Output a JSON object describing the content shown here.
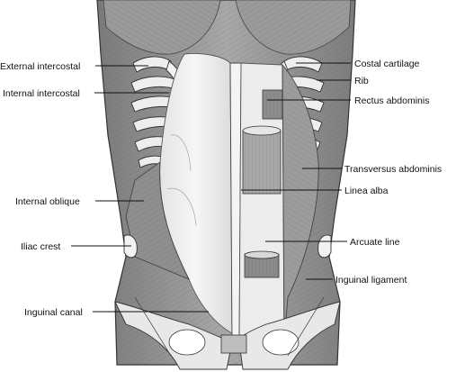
{
  "labels_left": {
    "external_intercostal": "External intercostal",
    "internal_intercostal": "Internal intercostal",
    "internal_oblique": "Internal  oblique",
    "iliac_crest": "Iliac crest",
    "inguinal_canal": "Inguinal canal"
  },
  "labels_right": {
    "costal_cartilage": "Costal cartilage",
    "rib": "Rib",
    "rectus_abdominis": "Rectus abdominis",
    "transversus_abdominis": "Transversus abdominis",
    "linea_alba": "Linea alba",
    "arcuate_line": "Arcuate line",
    "inguinal_ligament": "Inguinal ligament"
  }
}
